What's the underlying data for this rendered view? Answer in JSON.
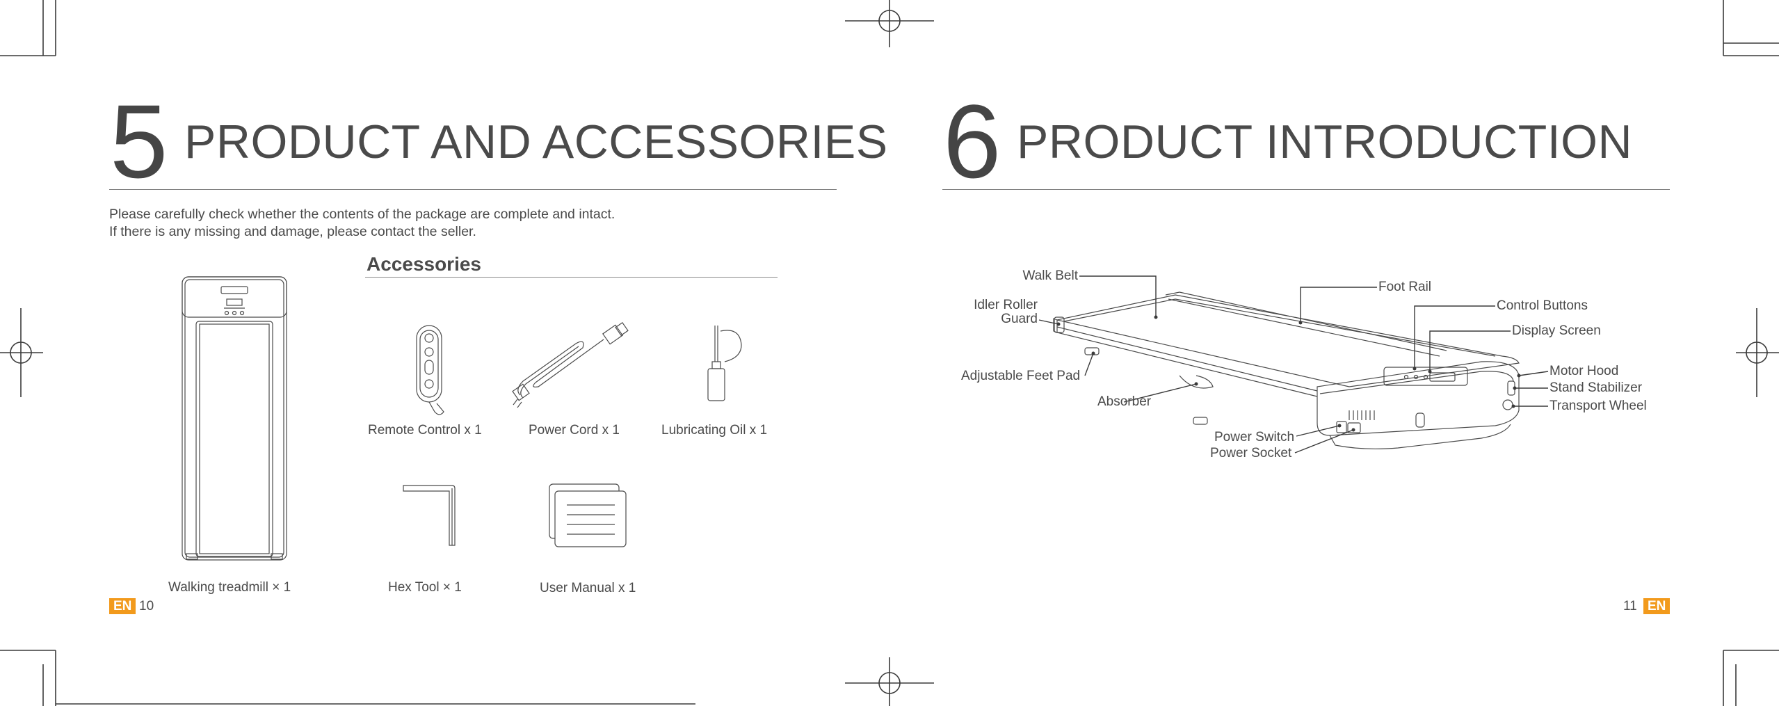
{
  "left_page": {
    "section_number": "5",
    "section_title": "PRODUCT AND ACCESSORIES",
    "intro_line1": "Please carefully check whether the contents of the package are complete and intact.",
    "intro_line2": "If there is any missing and damage, please contact the seller.",
    "accessories_heading": "Accessories",
    "items": {
      "treadmill": "Walking treadmill  × 1",
      "remote": "Remote Control x 1",
      "power_cord": "Power Cord x 1",
      "oil": "Lubricating Oil x 1",
      "hex_tool": "Hex Tool × 1",
      "manual": "User Manual x 1"
    },
    "lang_badge": "EN",
    "page_number": "10"
  },
  "right_page": {
    "section_number": "6",
    "section_title": "PRODUCT INTRODUCTION",
    "labels": {
      "walk_belt": "Walk Belt",
      "idler_roller_guard_1": "Idler Roller",
      "idler_roller_guard_2": "Guard",
      "adjustable_feet_pad": "Adjustable Feet Pad",
      "absorber": "Absorber",
      "power_switch": "Power Switch",
      "power_socket": "Power Socket",
      "foot_rail": "Foot Rail",
      "control_buttons": "Control Buttons",
      "display_screen": "Display Screen",
      "motor_hood": "Motor Hood",
      "stand_stabilizer": "Stand Stabilizer",
      "transport_wheel": "Transport Wheel"
    },
    "lang_badge": "EN",
    "page_number": "11"
  },
  "colors": {
    "badge": "#f29a1c",
    "text": "#4a4a4a",
    "rule": "#7a7a7a"
  }
}
